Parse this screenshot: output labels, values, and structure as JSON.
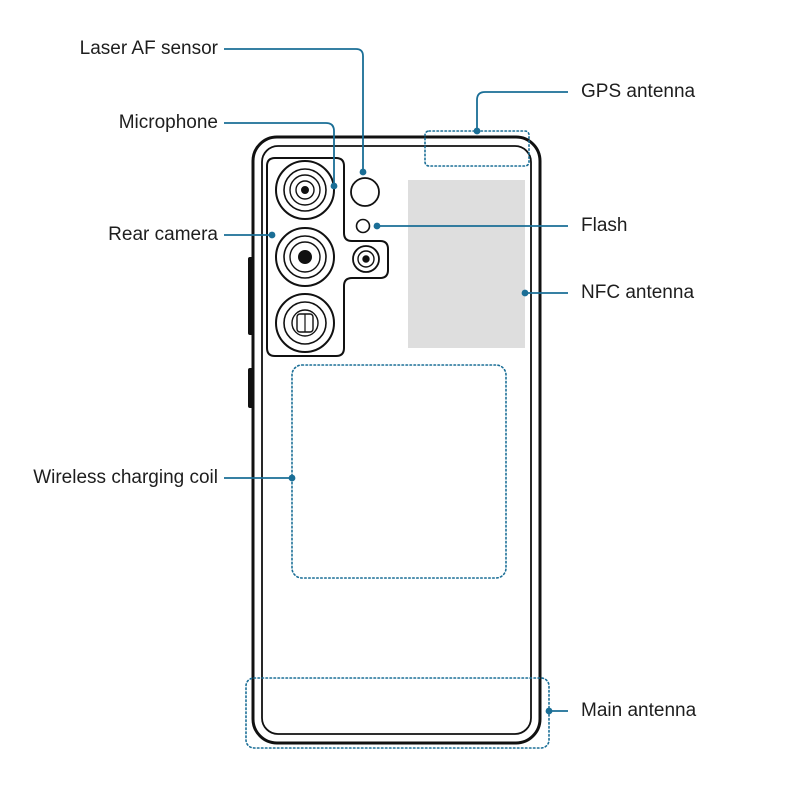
{
  "labels": {
    "laser_af_sensor": "Laser AF sensor",
    "microphone": "Microphone",
    "rear_camera": "Rear camera",
    "wireless_charging_coil": "Wireless charging coil",
    "gps_antenna": "GPS antenna",
    "flash": "Flash",
    "nfc_antenna": "NFC antenna",
    "main_antenna": "Main antenna"
  },
  "colors": {
    "callout": "#1a6e96",
    "outline": "#111111",
    "text": "#1e1e1e",
    "nfc_fill": "#dedede"
  }
}
